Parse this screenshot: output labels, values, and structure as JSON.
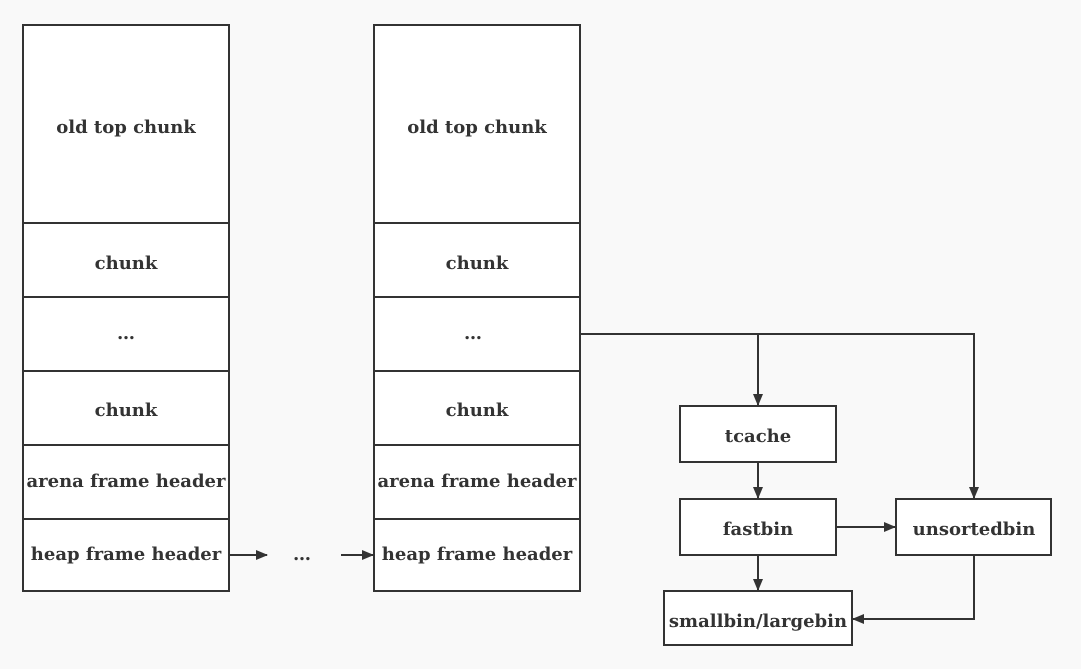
{
  "colors": {
    "background": "#f9f9f9",
    "stroke": "#333333",
    "box_fill": "#ffffff"
  },
  "heap_left": {
    "cells": [
      "old top chunk",
      "chunk",
      "…",
      "chunk",
      "arena frame header",
      "heap frame header"
    ]
  },
  "heap_right": {
    "cells": [
      "old top chunk",
      "chunk",
      "…",
      "chunk",
      "arena frame header",
      "heap frame header"
    ]
  },
  "between_heaps": "…",
  "bins": {
    "tcache": "tcache",
    "fastbin": "fastbin",
    "unsortedbin": "unsortedbin",
    "smallbin_largebin": "smallbin/largebin"
  }
}
